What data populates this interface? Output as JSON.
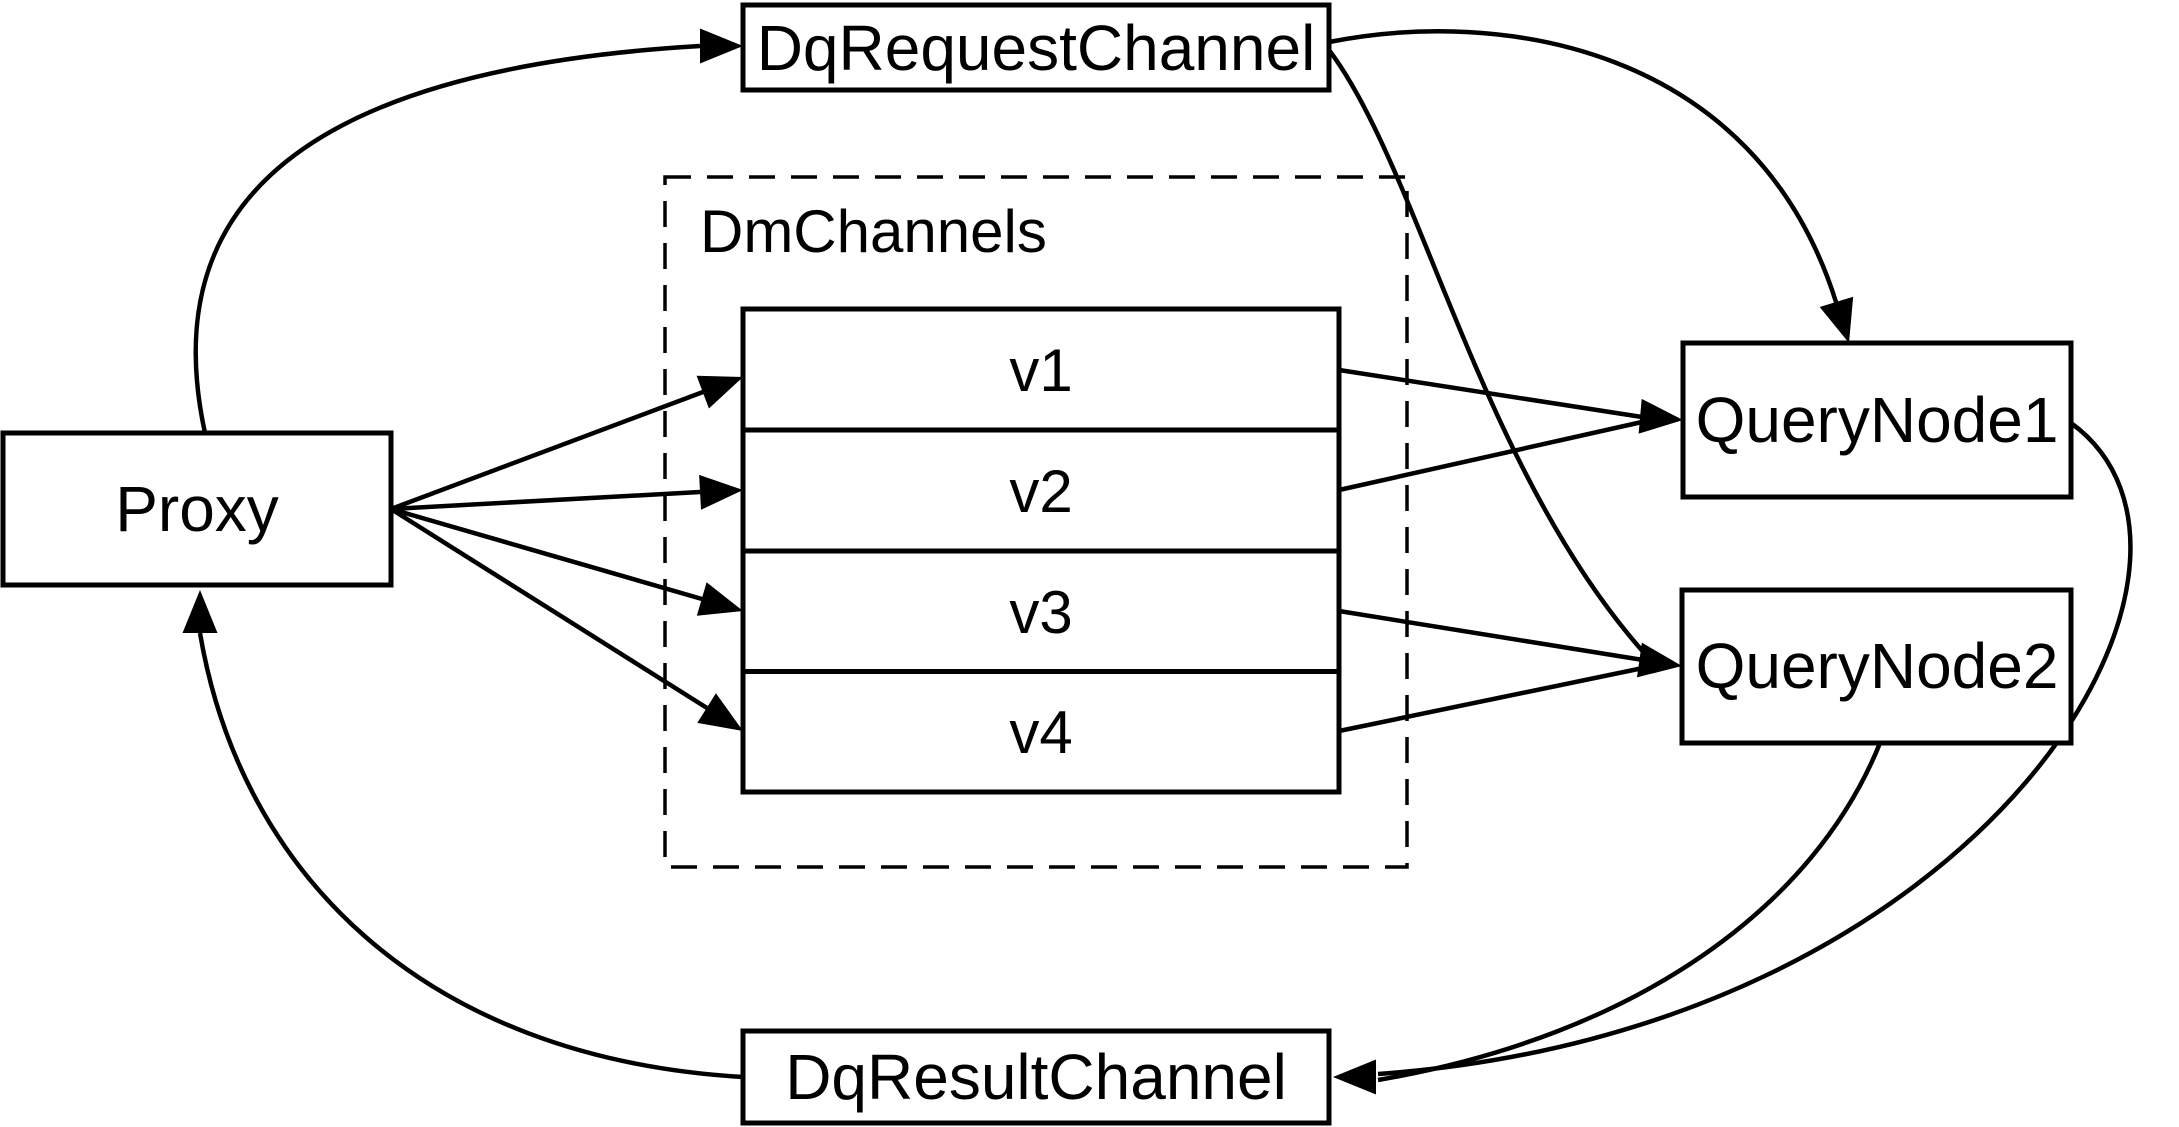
{
  "diagram": {
    "colors": {
      "background": "#ffffff",
      "node_fill": "#ffffff",
      "stroke": "#000000"
    },
    "nodes": {
      "dq_request_channel": {
        "label": "DqRequestChannel"
      },
      "proxy": {
        "label": "Proxy"
      },
      "dm_channels": {
        "label": "DmChannels",
        "channels": [
          "v1",
          "v2",
          "v3",
          "v4"
        ]
      },
      "query_node1": {
        "label": "QueryNode1"
      },
      "query_node2": {
        "label": "QueryNode2"
      },
      "dq_result_channel": {
        "label": "DqResultChannel"
      }
    },
    "edges": [
      {
        "from": "Proxy",
        "to": "DqRequestChannel"
      },
      {
        "from": "Proxy",
        "to": "v1"
      },
      {
        "from": "Proxy",
        "to": "v2"
      },
      {
        "from": "Proxy",
        "to": "v3"
      },
      {
        "from": "Proxy",
        "to": "v4"
      },
      {
        "from": "v1",
        "to": "QueryNode1"
      },
      {
        "from": "v2",
        "to": "QueryNode1"
      },
      {
        "from": "v3",
        "to": "QueryNode2"
      },
      {
        "from": "v4",
        "to": "QueryNode2"
      },
      {
        "from": "DqRequestChannel",
        "to": "QueryNode1"
      },
      {
        "from": "DqRequestChannel",
        "to": "QueryNode2"
      },
      {
        "from": "QueryNode1",
        "to": "DqResultChannel"
      },
      {
        "from": "QueryNode2",
        "to": "DqResultChannel"
      },
      {
        "from": "DqResultChannel",
        "to": "Proxy"
      }
    ]
  }
}
